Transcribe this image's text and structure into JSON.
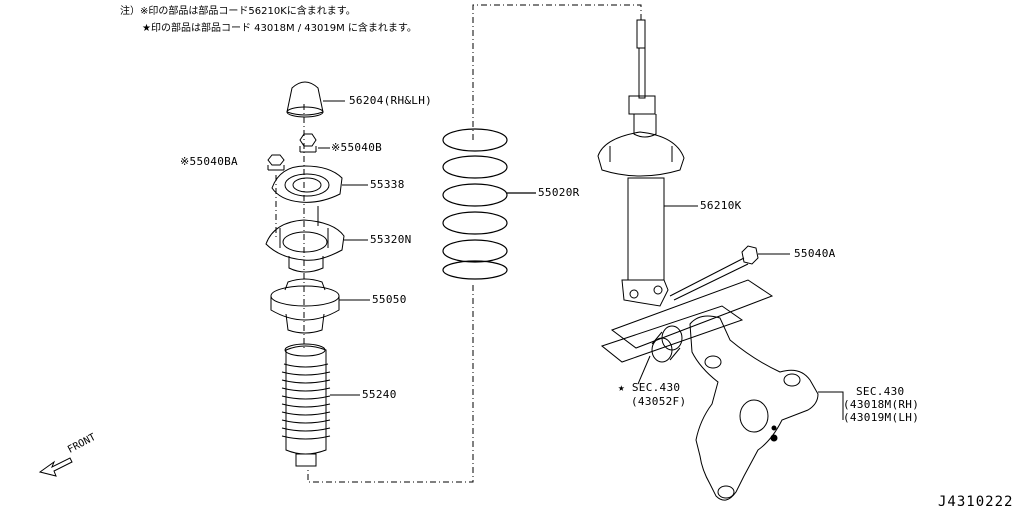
{
  "notes": {
    "line1": "注）※印の部品は部品コード56210Kに含まれます。",
    "line2": "★印の部品は部品コード 43018M / 43019M に含まれます。"
  },
  "parts": {
    "bump_cap": "56204(RH&LH)",
    "nut_b": "※55040B",
    "nut_ba": "※55040BA",
    "insulator_338": "55338",
    "mount_320n": "55320N",
    "spring": "55020R",
    "bound_bumper": "55050",
    "dust_boot": "55240",
    "strut": "56210K",
    "bolt": "55040A",
    "sec_bushing_1": "★ SEC.430",
    "sec_bushing_2": "(43052F)",
    "sec_knuckle_1": "SEC.430",
    "sec_knuckle_2": "(43018M(RH)",
    "sec_knuckle_3": "(43019M(LH)"
  },
  "front_label": "FRONT",
  "diagram_ref": "J4310222"
}
